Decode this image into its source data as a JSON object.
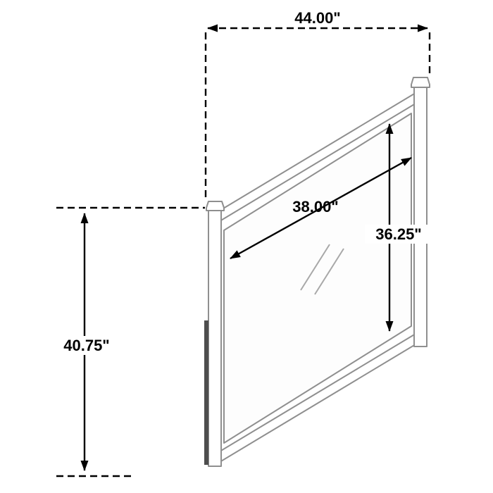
{
  "diagram": {
    "type": "product-dimension-diagram",
    "subject": "mirror",
    "labels": {
      "overall_width": "44.00\"",
      "overall_height": "40.75\"",
      "mirror_width": "38.00\"",
      "mirror_height": "36.25\""
    },
    "colors": {
      "line": "#000000",
      "frame": "#8f8f8f",
      "glass_reflection": "#a8a8a8",
      "post_shadow": "#4d4d4d",
      "background": "#ffffff"
    }
  }
}
